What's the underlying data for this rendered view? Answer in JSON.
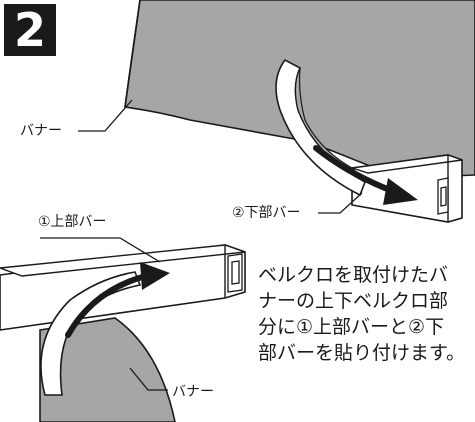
{
  "step": {
    "number": "2"
  },
  "labels": {
    "banner_top": "バナー",
    "lower_bar": "②下部バー",
    "upper_bar": "①上部バー",
    "banner_bottom": "バナー"
  },
  "instructions": {
    "lines": [
      "ベルクロを取付けたバ",
      "ナーの上下ベルクロ部",
      "分に①上部バーと②下",
      "部バーを貼り付けます。"
    ]
  },
  "colors": {
    "banner_fill": "#a6a6a6",
    "bar_fill": "#ffffff",
    "velcro_strip": "#ffffff",
    "arrow": "#1a1a1a",
    "outline": "#1a1a1a",
    "badge_bg": "#1a1a1a"
  }
}
